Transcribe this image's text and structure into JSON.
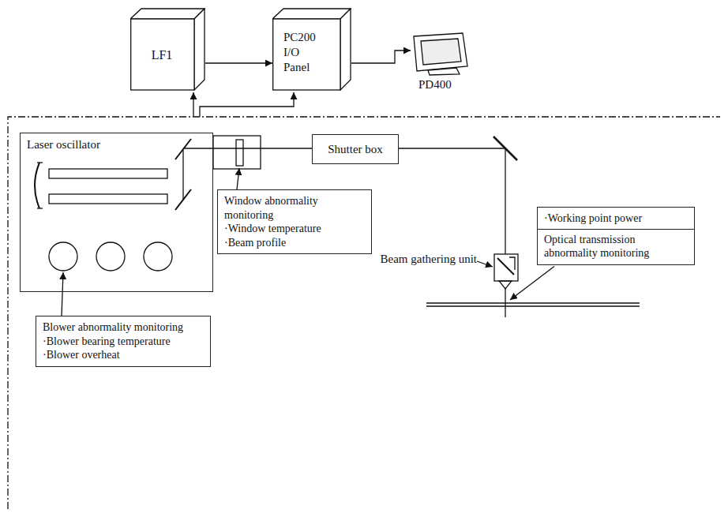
{
  "diagram": {
    "nodes": [
      {
        "text": [
          "LF1"
        ]
      },
      {
        "text": [
          "PC200 I/O Panel"
        ]
      },
      {
        "text": [
          "PD400"
        ]
      },
      {
        "text": [
          "Laser oscillator"
        ]
      },
      {
        "text": [
          "Window abnormality monitoring",
          "·Window temperature",
          "·Beam profile"
        ]
      },
      {
        "text": [
          "Shutter box"
        ]
      },
      {
        "text": [
          "·Working point power",
          "Optical transmission abnormality monitoring"
        ]
      },
      {
        "text": [
          "Blower abnormality monitoring",
          "·Blower bearing temperature",
          "·Blower overheat"
        ]
      }
    ],
    "edges": [
      {
        "from": 0,
        "to": 1,
        "arrow": "to"
      },
      {
        "from": 1,
        "to": 2,
        "arrow": "to"
      }
    ],
    "labels": [
      "Beam gathering unit"
    ]
  }
}
